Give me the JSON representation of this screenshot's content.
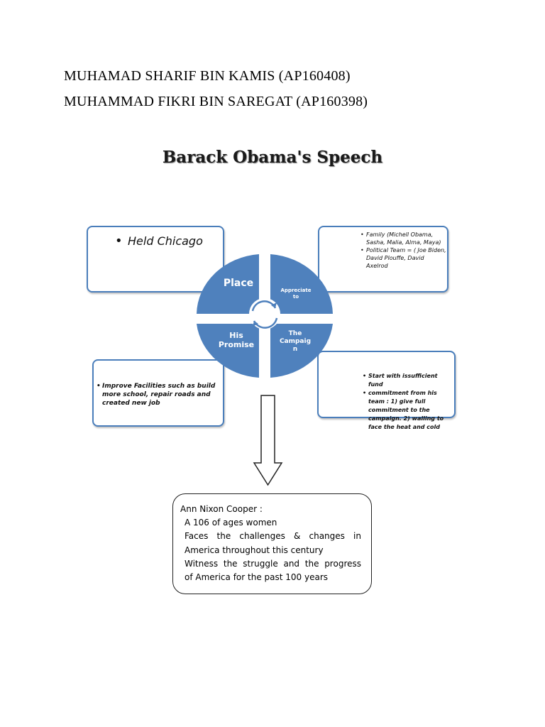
{
  "authors": [
    "MUHAMAD SHARIF BIN KAMIS (AP160408)",
    "MUHAMMAD FIKRI BIN SAREGAT (AP160398)"
  ],
  "title": "Barack Obama's  Speech",
  "cycle": {
    "place": "Place",
    "appreciate": [
      "Appreciate",
      "to"
    ],
    "promise": [
      "His",
      "Promise"
    ],
    "campaign": [
      "The",
      "Campaig",
      "n"
    ]
  },
  "boxes": {
    "place": [
      "Held Chicago"
    ],
    "appreciate": [
      "Family (Michell Obama, Sasha, Malia, Alma, Maya)",
      "Political Team = ( Joe Biden, David Plouffe, David Axelrod"
    ],
    "promise": [
      "Improve Facilities such as build more school, repair roads and created new job"
    ],
    "campaign": [
      "Start with issufficient fund",
      "commitment from his team : 1) give full commitment to the campaign.  2) walling to face the heat and cold"
    ]
  },
  "summary": {
    "heading": "Ann Nixon Cooper :",
    "lines": [
      "A 106 of ages women",
      "Faces  the  challenges  &  changes    in",
      "America throughout this century",
      "Witness  the  struggle  and  the  progress",
      "of America for the past 100 years"
    ]
  },
  "colors": {
    "segment": "#4f81bd",
    "box_border": "#4a7ebb"
  }
}
